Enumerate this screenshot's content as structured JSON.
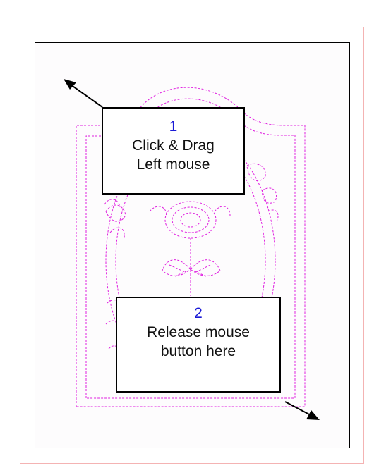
{
  "callouts": {
    "start": {
      "number": "1",
      "line1": "Click & Drag",
      "line2": "Left mouse"
    },
    "end": {
      "number": "2",
      "line1": "Release mouse",
      "line2": "button here"
    }
  },
  "colors": {
    "stitch": "#e020e0",
    "label_number": "#1a1ad6",
    "page_border": "#f4b3b3",
    "guide": "#c9c9c9"
  },
  "icons": [
    "arrow-northwest-icon",
    "arrow-southeast-icon"
  ]
}
